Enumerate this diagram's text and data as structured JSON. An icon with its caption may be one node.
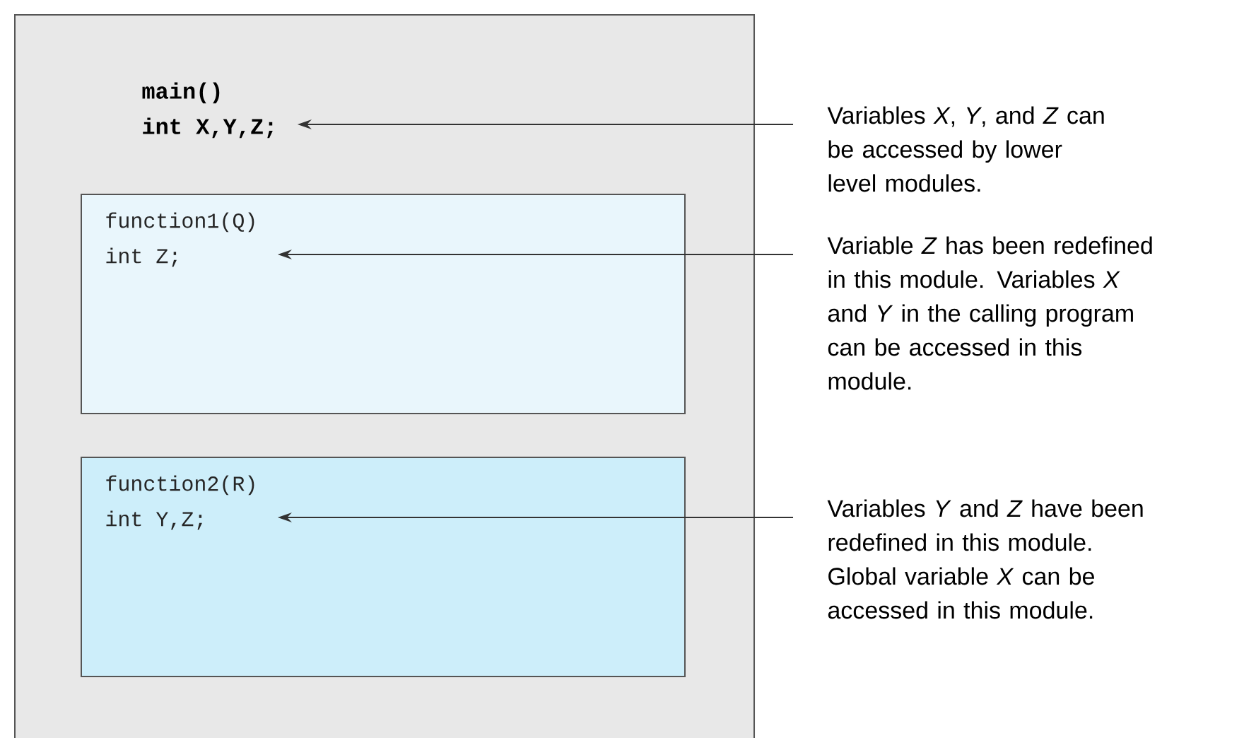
{
  "diagram": {
    "nodes": [
      {
        "text": [],
        "shape": "box"
      },
      {
        "text": [
          "main()",
          "int X,Y,Z;"
        ],
        "in": 0
      },
      {
        "text": [
          "function1(Q)",
          "int Z;"
        ],
        "in": 0
      },
      {
        "text": [
          "function2(R)",
          "int Y,Z;"
        ],
        "in": 0
      },
      {
        "text": [
          "Variables *X*, *Y*, and *Z* can be accessed by lower level modules."
        ]
      },
      {
        "text": [
          "Variable *Z* has been redefined in this module. Variables *X* and *Y* in the calling program can be accessed in this module."
        ]
      },
      {
        "text": [
          "Variables *Y* and *Z* have been redefined in this module. Global variable *X* can be accessed in this module."
        ]
      }
    ],
    "edges": [
      {
        "from": 4,
        "to": 1,
        "arrow": "to"
      },
      {
        "from": 5,
        "to": 2,
        "arrow": "to"
      },
      {
        "from": 6,
        "to": 3,
        "arrow": "to"
      }
    ]
  }
}
